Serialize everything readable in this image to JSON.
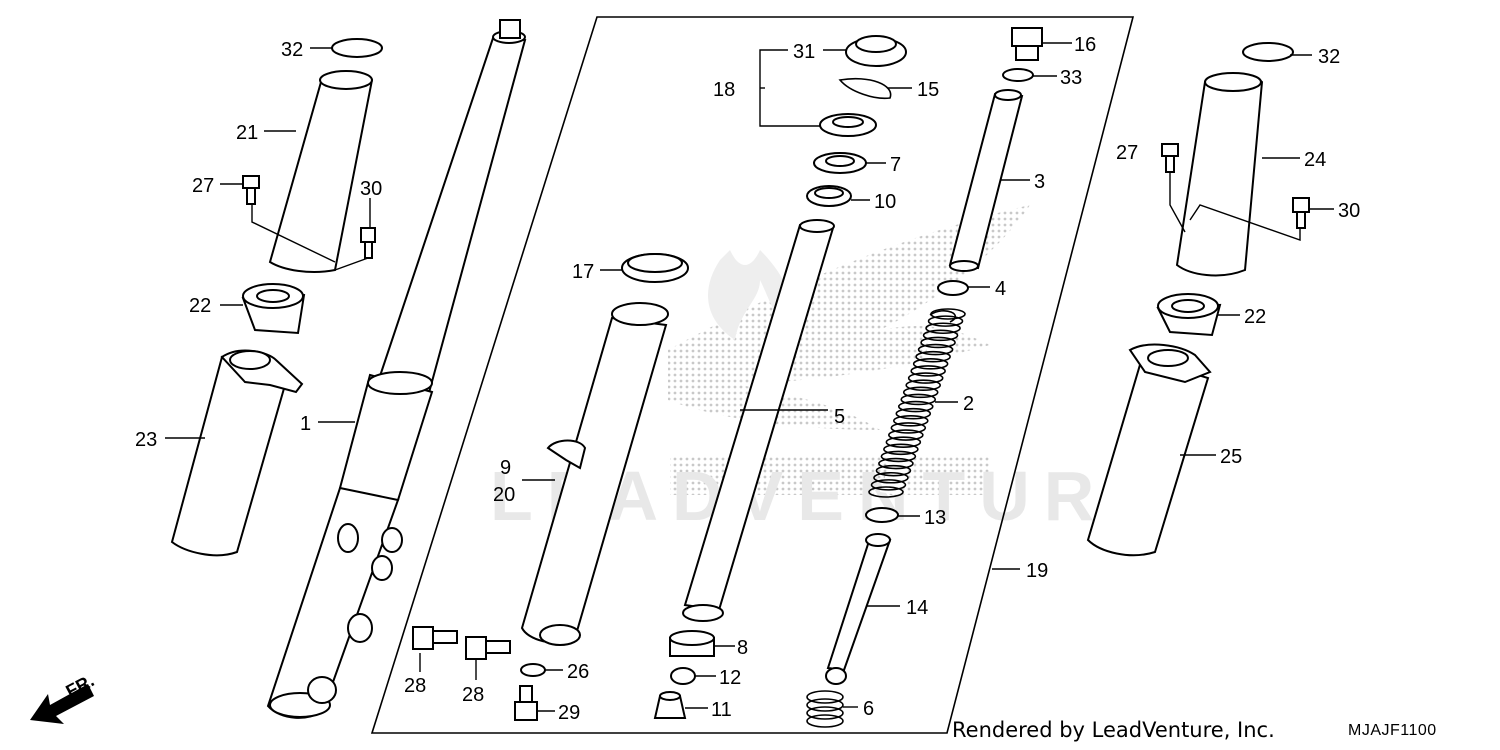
{
  "diagram": {
    "watermark": "LEADVENTURE",
    "credit": "Rendered by LeadVenture, Inc.",
    "code": "MJAJF1100",
    "direction_label": "FR.",
    "callouts": {
      "c1": "1",
      "c2": "2",
      "c3": "3",
      "c4": "4",
      "c5": "5",
      "c6": "6",
      "c7": "7",
      "c8": "8",
      "c9": "9",
      "c10": "10",
      "c11": "11",
      "c12": "12",
      "c13": "13",
      "c14": "14",
      "c15": "15",
      "c16": "16",
      "c17": "17",
      "c18": "18",
      "c19": "19",
      "c20": "20",
      "c21": "21",
      "c22a": "22",
      "c22b": "22",
      "c23": "23",
      "c24": "24",
      "c25": "25",
      "c26": "26",
      "c27a": "27",
      "c27b": "27",
      "c28a": "28",
      "c28b": "28",
      "c29": "29",
      "c30a": "30",
      "c30b": "30",
      "c31": "31",
      "c32a": "32",
      "c32b": "32",
      "c33": "33"
    }
  }
}
